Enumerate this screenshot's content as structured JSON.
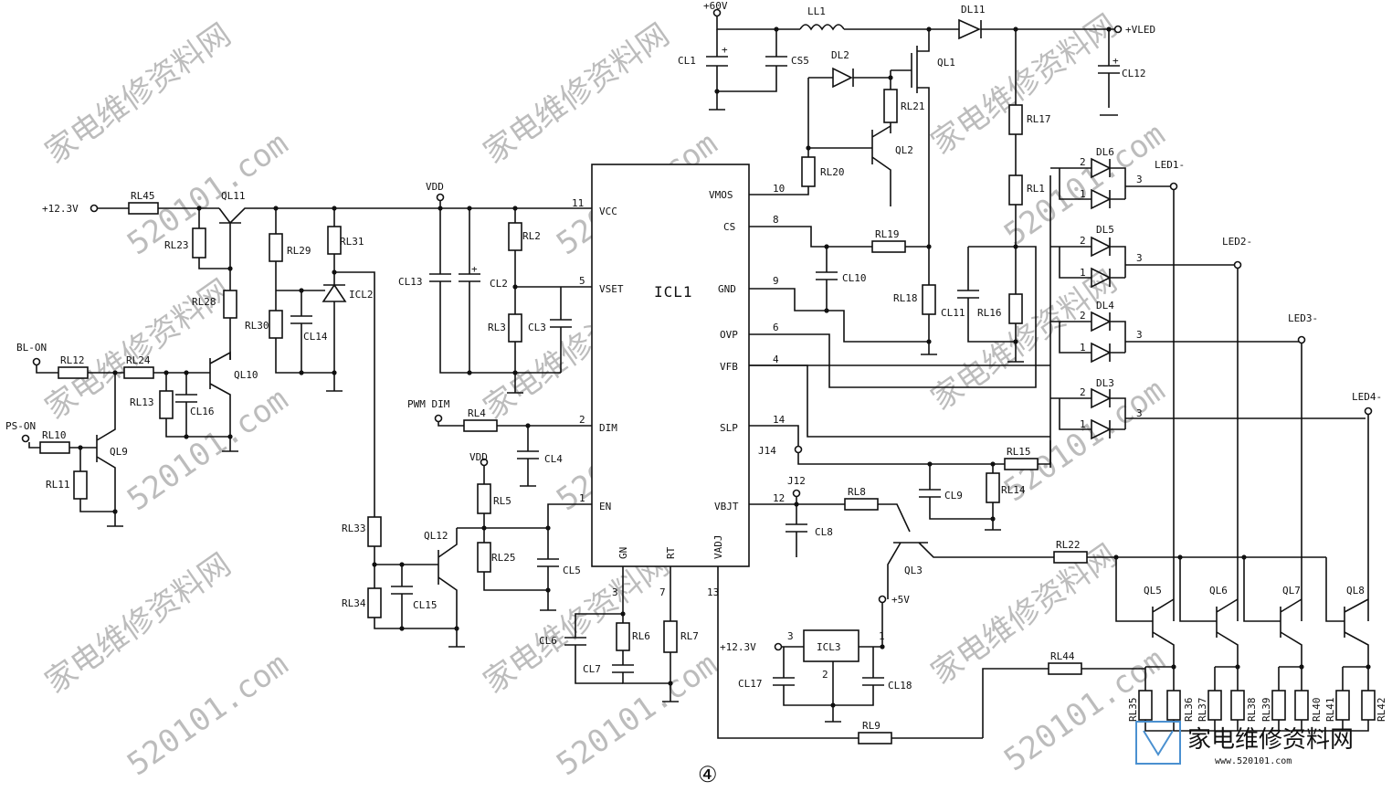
{
  "figure_number": "④",
  "watermarks": [
    "家电维修资料网",
    "520101.com"
  ],
  "logo": {
    "cn": "家电维修资料网",
    "url": "www.520101.com",
    "color": "#4a90d0"
  },
  "ics": {
    "icl1": "ICL1",
    "icl3": "ICL3"
  },
  "icl1_pins": {
    "vcc": "VCC",
    "vset": "VSET",
    "dim": "DIM",
    "en": "EN",
    "vmos": "VMOS",
    "cs": "CS",
    "gnd": "GND",
    "ovp": "OVP",
    "vfb": "VFB",
    "slp": "SLP",
    "vbjt": "VBJT",
    "gn": "GN",
    "rt": "RT",
    "vadj": "VADJ"
  },
  "pin_numbers": {
    "p11": "11",
    "p5": "5",
    "p2": "2",
    "p1": "1",
    "p10": "10",
    "p8": "8",
    "p9": "9",
    "p6": "6",
    "p4": "4",
    "p14": "14",
    "p12": "12",
    "p3": "3",
    "p7": "7",
    "p13": "13",
    "icl3_1": "1",
    "icl3_2": "2",
    "icl3_3": "3"
  },
  "nets": {
    "v60": "+60V",
    "vled": "+VLED",
    "v123a": "+12.3V",
    "v123b": "+12.3V",
    "vdd1": "VDD",
    "vdd2": "VDD",
    "bl_on": "BL-ON",
    "ps_on": "PS-ON",
    "pwm_dim": "PWM DIM",
    "v5": "+5V",
    "j14": "J14",
    "j12": "J12",
    "led1": "LED1-",
    "led2": "LED2-",
    "led3": "LED3-",
    "led4": "LED4-"
  },
  "components": {
    "rl45": "RL45",
    "ql11": "QL11",
    "rl23": "RL23",
    "rl29": "RL29",
    "rl31": "RL31",
    "icl2": "ICL2",
    "rl28": "RL28",
    "rl30": "RL30",
    "cl14": "CL14",
    "rl12": "RL12",
    "rl24": "RL24",
    "ql10": "QL10",
    "rl13": "RL13",
    "cl16": "CL16",
    "rl10": "RL10",
    "ql9": "QL9",
    "rl11": "RL11",
    "cl13": "CL13",
    "cl2": "CL2",
    "rl2": "RL2",
    "rl3": "RL3",
    "cl3": "CL3",
    "rl4": "RL4",
    "cl4": "CL4",
    "rl5": "RL5",
    "ql12": "QL12",
    "rl25": "RL25",
    "cl5": "CL5",
    "rl33": "RL33",
    "rl34": "RL34",
    "cl15": "CL15",
    "cl6": "CL6",
    "rl6": "RL6",
    "cl7": "CL7",
    "rl7": "RL7",
    "cl1": "CL1",
    "cs5": "CS5",
    "ll1": "LL1",
    "dl2": "DL2",
    "dl11": "DL11",
    "ql1": "QL1",
    "cl12": "CL12",
    "rl21": "RL21",
    "ql2": "QL2",
    "rl20": "RL20",
    "rl17": "RL17",
    "rl1": "RL1",
    "rl19": "RL19",
    "cl10": "CL10",
    "rl18": "RL18",
    "cl11": "CL11",
    "rl16": "RL16",
    "dl6": "DL6",
    "dl5": "DL5",
    "dl4": "DL4",
    "dl3": "DL3",
    "rl15": "RL15",
    "cl9": "CL9",
    "rl14": "RL14",
    "rl8": "RL8",
    "cl8": "CL8",
    "ql3": "QL3",
    "rl22": "RL22",
    "cl17": "CL17",
    "cl18": "CL18",
    "rl44": "RL44",
    "rl9": "RL9",
    "ql5": "QL5",
    "ql6": "QL6",
    "ql7": "QL7",
    "ql8": "QL8",
    "rl35": "RL35",
    "rl36": "RL36",
    "rl37": "RL37",
    "rl38": "RL38",
    "rl39": "RL39",
    "rl40": "RL40",
    "rl41": "RL41",
    "rl42": "RL42"
  },
  "diode_pins": {
    "d2": "2",
    "d1": "1",
    "d3": "3"
  }
}
